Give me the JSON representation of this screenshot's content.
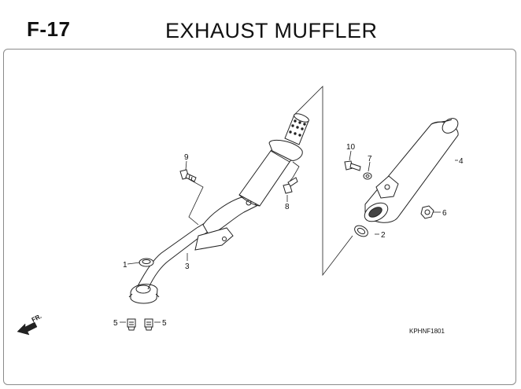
{
  "header": {
    "section_code": "F-17",
    "title": "EXHAUST MUFFLER"
  },
  "callouts": {
    "c1": "1",
    "c2": "2",
    "c3": "3",
    "c4": "4",
    "c5a": "5",
    "c5b": "5",
    "c6": "6",
    "c7": "7",
    "c8": "8",
    "c9": "9",
    "c10": "10"
  },
  "direction": {
    "label": "FR."
  },
  "diagram_code": "KPHNF1801",
  "colors": {
    "line": "#222222",
    "frame": "#8a8a8a"
  }
}
